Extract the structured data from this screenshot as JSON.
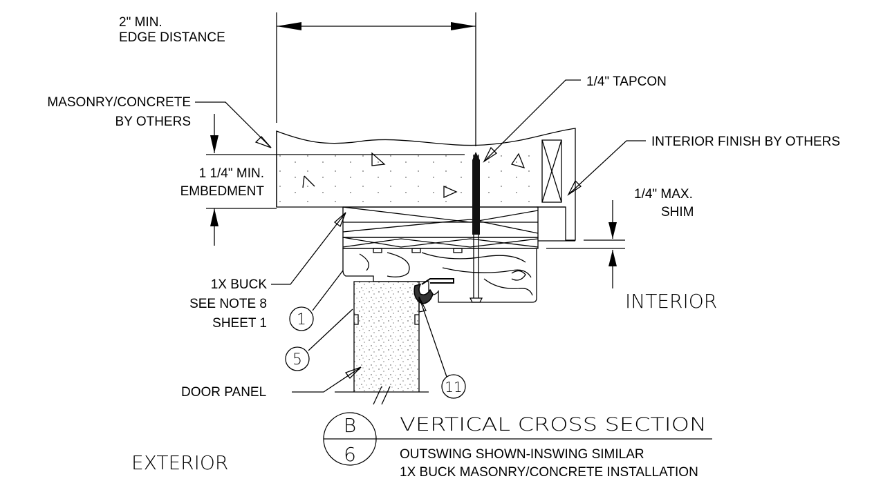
{
  "labels": {
    "edge_distance_1": "2\" MIN.",
    "edge_distance_2": "EDGE DISTANCE",
    "masonry_1": "MASONRY/CONCRETE",
    "masonry_2": "BY OTHERS",
    "tapcon": "1/4\"  TAPCON",
    "interior_finish": "INTERIOR FINISH BY OTHERS",
    "embedment_1": "1 1/4\" MIN.",
    "embedment_2": "EMBEDMENT",
    "shim_1": "1/4\" MAX.",
    "shim_2": "SHIM",
    "buck_1": "1X BUCK",
    "buck_2": "SEE NOTE 8",
    "buck_3": "SHEET 1",
    "interior": "INTERIOR",
    "exterior": "EXTERIOR",
    "door_panel": "DOOR PANEL"
  },
  "callouts": {
    "c1": "1",
    "c5": "5",
    "c11": "11"
  },
  "title": {
    "detail_letter": "B",
    "sheet_number": "6",
    "main": "VERTICAL  CROSS  SECTION",
    "sub_1": "OUTSWING SHOWN-INSWING SIMILAR",
    "sub_2": "1X BUCK MASONRY/CONCRETE INSTALLATION"
  }
}
